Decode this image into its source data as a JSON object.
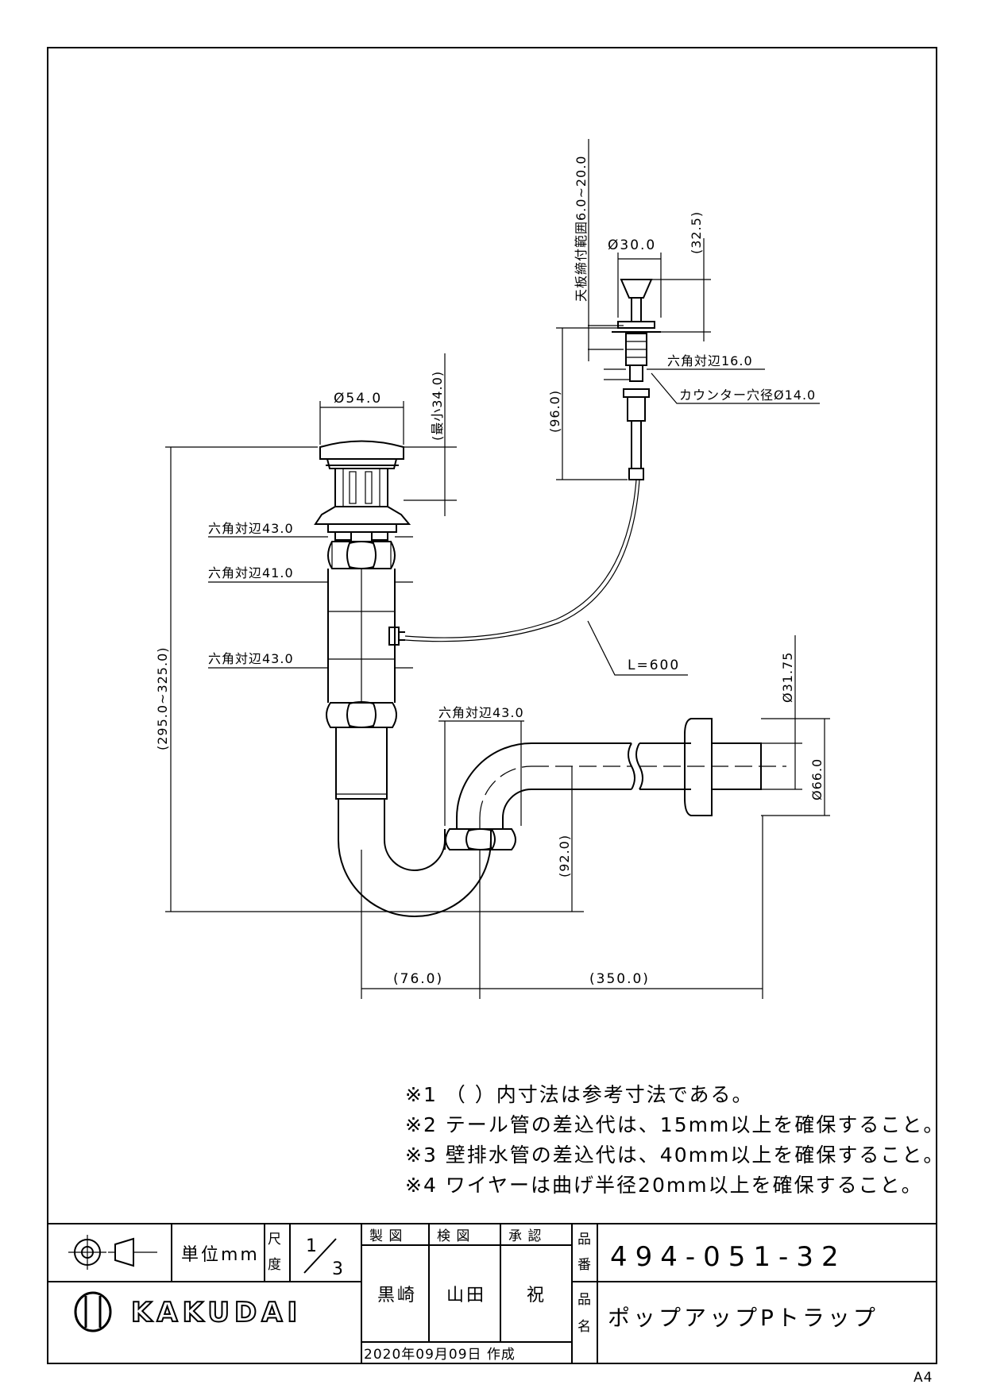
{
  "dimensions": {
    "stopper_dia": "Ø54.0",
    "stopper_min": "(最小34.0)",
    "overall_height": "(295.0~325.0)",
    "hex_top": "六角対辺43.0",
    "hex_mid": "六角対辺41.0",
    "hex_low": "六角対辺43.0",
    "hex_trap": "六角対辺43.0",
    "knob_dia": "Ø30.0",
    "knob_height": "(32.5)",
    "counter_range": "天板締付範囲6.0~20.0",
    "rod_height": "(96.0)",
    "hex_rod": "六角対辺16.0",
    "counter_hole": "カウンター穴径Ø14.0",
    "wire_length": "L=600",
    "pipe_dia": "Ø31.75",
    "flange_dia": "Ø66.0",
    "trap_height": "(92.0)",
    "offset": "(76.0)",
    "horizontal": "(350.0)"
  },
  "notes": [
    "※1 （ ）内寸法は参考寸法である。",
    "※2 テール管の差込代は、15mm以上を確保すること。",
    "※3 壁排水管の差込代は、40mm以上を確保すること。",
    "※4 ワイヤーは曲げ半径20mm以上を確保すること。"
  ],
  "title_block": {
    "unit": "単位mm",
    "scale_label_1": "尺",
    "scale_label_2": "度",
    "scale_num": "1",
    "scale_den": "3",
    "drawn_label": "製 図",
    "checked_label": "検 図",
    "approved_label": "承 認",
    "drawn_by": "黒崎",
    "checked_by": "山田",
    "approved_by": "祝",
    "date": "2020年09月09日 作成",
    "part_no_label_1": "品",
    "part_no_label_2": "番",
    "part_no": "494-051-32",
    "part_name_label_1": "品",
    "part_name_label_2": "名",
    "part_name": "ポップアップPトラップ",
    "brand": "KAKUDAI"
  },
  "sheet_size": "A4"
}
